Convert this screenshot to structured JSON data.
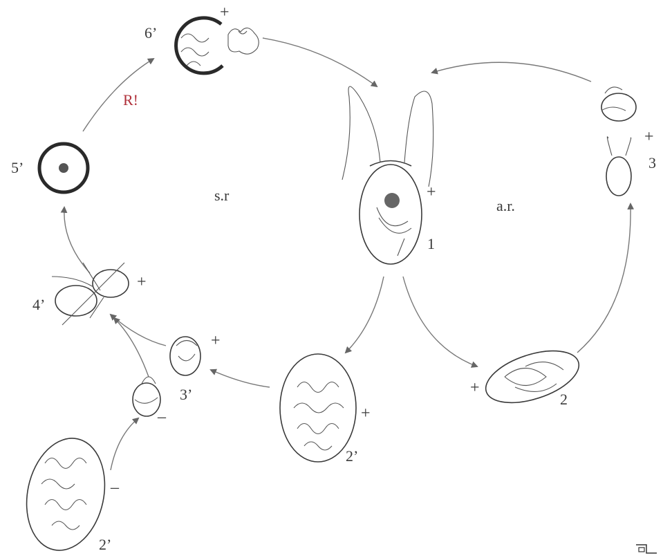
{
  "cycles": {
    "sexual": "s.r",
    "asexual": "a.r."
  },
  "stages": {
    "s1": {
      "number": "1",
      "sign": "+"
    },
    "s2": {
      "number": "2",
      "sign": "+"
    },
    "s3": {
      "number": "3",
      "sign": "+"
    },
    "s2p_center": {
      "number": "2’",
      "sign": "+"
    },
    "s2p_left": {
      "number": "2’",
      "sign": "–"
    },
    "s3p": {
      "number": "3’",
      "sign": "+"
    },
    "s3p_minus": {
      "sign": "–"
    },
    "s4p": {
      "number": "4’",
      "sign": "+"
    },
    "s5p": {
      "number": "5’"
    },
    "s6p": {
      "number": "6’",
      "sign": "+"
    },
    "meiosis": {
      "text": "R!"
    }
  }
}
